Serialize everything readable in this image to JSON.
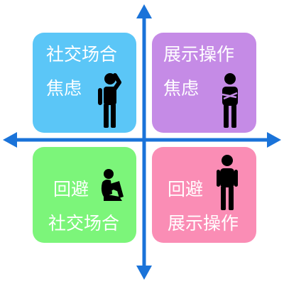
{
  "quadrants": {
    "top_left": {
      "line1": "社交场合",
      "line2": "焦虑",
      "color": "#5bc6f7",
      "icon": "person-scratching-head-icon"
    },
    "top_right": {
      "line1": "展示操作",
      "line2": "焦虑",
      "color": "#c58be6",
      "icon": "person-arms-crossed-icon"
    },
    "bottom_left": {
      "line1": "回避",
      "line2": "社交场合",
      "color": "#7cf57a",
      "icon": "person-sitting-hugging-knees-icon"
    },
    "bottom_right": {
      "line1": "回避",
      "line2": "展示操作",
      "color": "#fa8db5",
      "icon": "person-standing-icon"
    }
  },
  "axis_color": "#1a73d9"
}
